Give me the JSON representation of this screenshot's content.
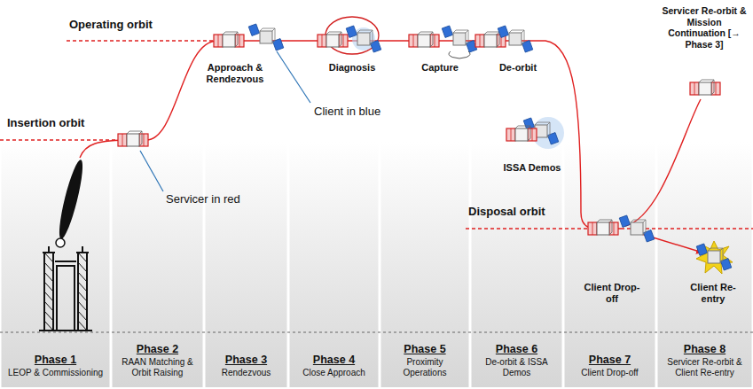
{
  "diagram": {
    "nodes": [
      {
        "text": [
          "Phase 1",
          "LEOP & Commissioning"
        ]
      },
      {
        "text": [
          "Phase 2",
          "RAAN Matching & Orbit Raising"
        ]
      },
      {
        "text": [
          "Phase 3",
          "Rendezvous"
        ]
      },
      {
        "text": [
          "Phase 4",
          "Close Approach"
        ]
      },
      {
        "text": [
          "Phase 5",
          "Proximity Operations"
        ]
      },
      {
        "text": [
          "Phase 6",
          "De-orbit & ISSA Demos"
        ]
      },
      {
        "text": [
          "Phase 7",
          "Client Drop-off"
        ]
      },
      {
        "text": [
          "Phase 8",
          "Servicer Re-orbit & Client Re-entry"
        ]
      }
    ],
    "labels": [
      "Operating orbit",
      "Insertion orbit",
      "Approach & Rendezvous",
      "Diagnosis",
      "Capture",
      "De-orbit",
      "Client in blue",
      "Servicer in red",
      "ISSA Demos",
      "Disposal orbit",
      "Servicer Re-orbit & Mission Continuation [→ Phase 3]",
      "Client Drop-off",
      "Client Re-entry"
    ]
  }
}
